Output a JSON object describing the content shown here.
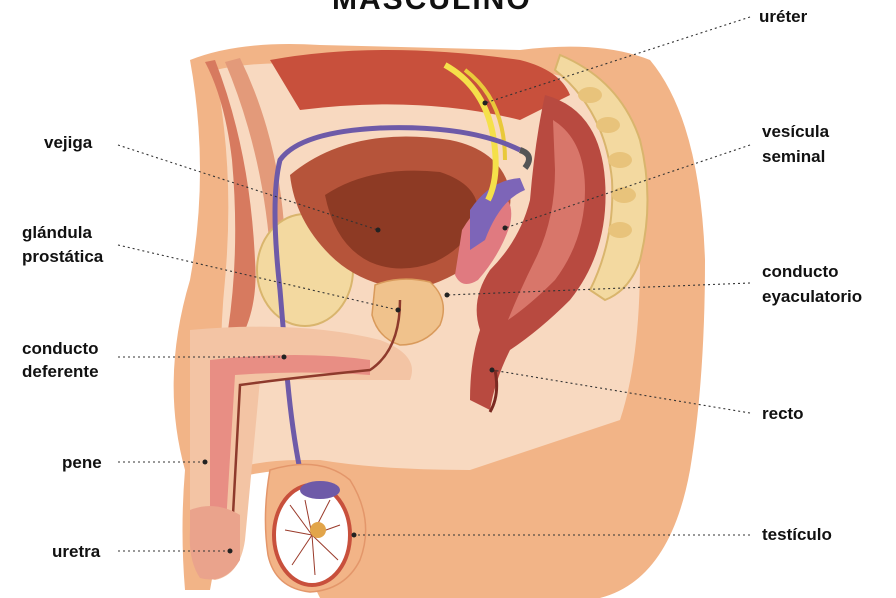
{
  "title": "MASCULINO",
  "labels": {
    "ureter": "uréter",
    "vejiga": "vejiga",
    "vesicula_1": "vesícula",
    "vesicula_2": "seminal",
    "glandula_1": "glándula",
    "glandula_2": "prostática",
    "conducto_eyac_1": "conducto",
    "conducto_eyac_2": "eyaculatorio",
    "conducto_def_1": "conducto",
    "conducto_def_2": "deferente",
    "recto": "recto",
    "pene": "pene",
    "testiculo": "testículo",
    "uretra": "uretra"
  },
  "colors": {
    "skin": "#f2b487",
    "skin_light": "#f8d9c0",
    "muscle": "#c8503c",
    "bladder": "#b6543a",
    "bone": "#f3d9a0",
    "vas": "#6e5aa8",
    "ureter": "#f5e04a",
    "rectum": "#b84a40"
  }
}
